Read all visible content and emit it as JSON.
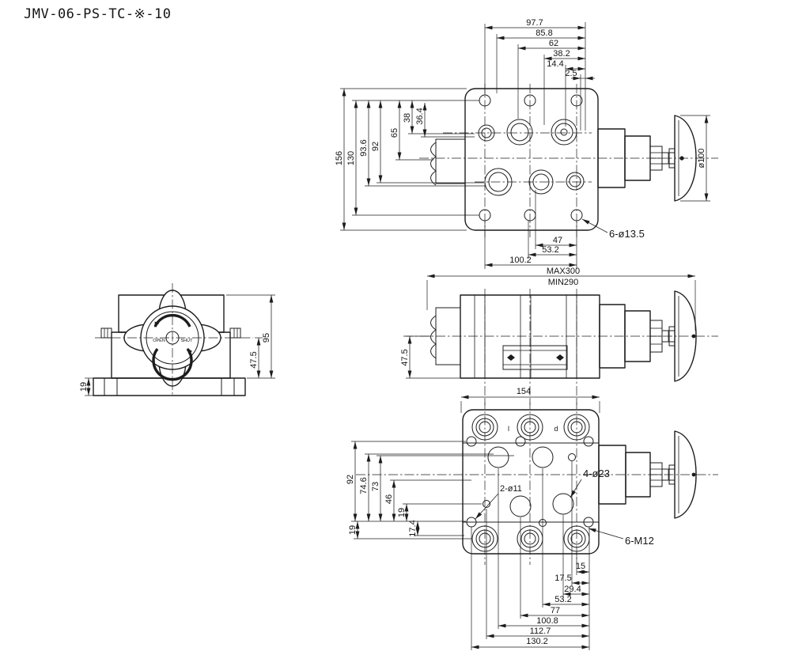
{
  "drawing": {
    "title": "JMV-06-PS-TC-※-10",
    "background": "#ffffff",
    "line_color": "#1c1c1c"
  },
  "top_view": {
    "top_dims": {
      "d97_7": "97.7",
      "d85_8": "85.8",
      "d62": "62",
      "d38_2": "38.2",
      "d14_4": "14.4",
      "d2_5": "2.5"
    },
    "left_dims": {
      "d156": "156",
      "d130": "130",
      "d93_6": "93.6",
      "d92": "92",
      "d65": "65",
      "d38": "38",
      "d36_4": "36.4"
    },
    "bottom_dims": {
      "d47": "47",
      "d53_2": "53.2",
      "d100_2": "100.2"
    },
    "mount_hole_callout": "6-ø13.5",
    "handwheel_dia": "ø100"
  },
  "side_view": {
    "length_max": "MAX300",
    "length_min": "MIN290",
    "d47_5": "47.5"
  },
  "front_view": {
    "d95": "95",
    "d47_5": "47.5",
    "d19": "19",
    "handwheel_open": "OPEN",
    "handwheel_shut": "SHUT"
  },
  "bottom_view": {
    "d154": "154",
    "left_dims": {
      "d92": "92",
      "d74_6": "74.6",
      "d73": "73",
      "d46": "46",
      "d19": "19"
    },
    "base_dims": {
      "d19": "19",
      "d17_4": "17.4"
    },
    "callouts": {
      "holes": "2-ø11",
      "ports": "4-ø23",
      "threads": "6-M12"
    },
    "port_labels": {
      "p1": "l",
      "p2": "d"
    },
    "chain_dims": {
      "d15": "15",
      "d17_5": "17.5",
      "d29_4": "29.4",
      "d53_2": "53.2",
      "d77": "77",
      "d100_8": "100.8",
      "d112_7": "112.7",
      "d130_2": "130.2"
    }
  }
}
